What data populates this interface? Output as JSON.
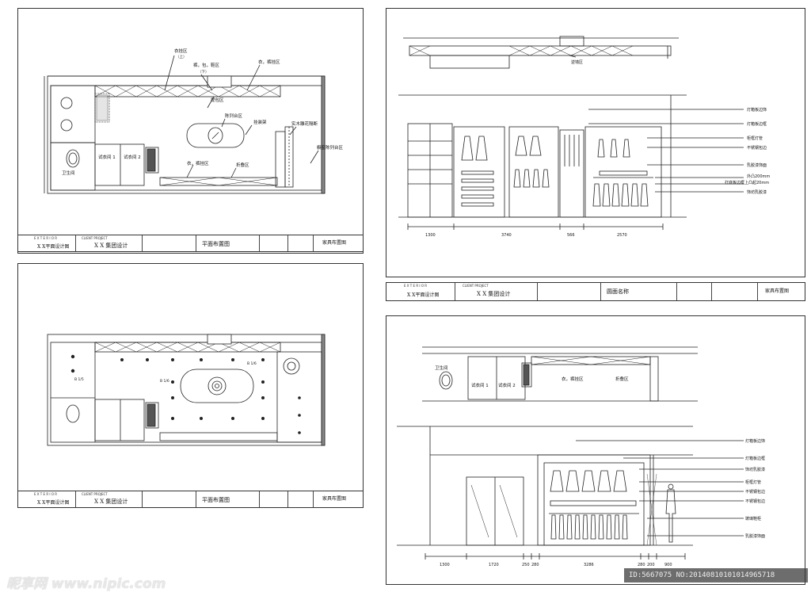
{
  "plan1": {
    "labels": {
      "clothes_zone": "衣挂区",
      "clothes_zone_sub": "（上）",
      "pants_zone": "裤，包，鞋区",
      "pants_zone_sub": "（下）",
      "coat_zone1": "衣，裤挂区",
      "bag_zone": "提包区",
      "island": "陈列台区",
      "display_rack": "挂装架",
      "wood_panel": "实木雕花隔断",
      "side_display": "橱窗陈列台区",
      "fitting1": "试衣间 1",
      "fitting2": "试衣间 2",
      "restroom": "卫生间",
      "coat_zone2": "衣，裤挂区",
      "fold_zone": "折叠区"
    },
    "titleblock": {
      "company": "X X 集团设计",
      "drawing": "平面布置图",
      "small1": "X X平面设计图",
      "small2": "家具布置图"
    }
  },
  "plan2": {
    "labels": {
      "b1": "B 1/5",
      "b2": "B 1/6",
      "b3": "B 1/6"
    },
    "titleblock": {
      "company": "X X 集团设计",
      "drawing": "平面布置图",
      "small1": "X X平面设计图",
      "small2": "家具布置图"
    }
  },
  "elev1": {
    "top_label": "逆墙区",
    "right_labels": [
      "灯箱板边饰",
      "灯箱板边框",
      "柜框灯管",
      "不锈钢包边",
      "乳胶漆饰面",
      "外凸200mm",
      "打底板边框上凸起20mm",
      "饰坊乳胶漆"
    ],
    "dims": [
      "1300",
      "3740",
      "566",
      "2570"
    ],
    "titleblock": {
      "company": "X X 集团设计",
      "drawing": "圆面名称",
      "small1": "X X平面设计图",
      "small2": "家具布置图"
    }
  },
  "elev2": {
    "plan_labels": {
      "restroom": "卫生间",
      "fitting1": "试衣间 1",
      "fitting2": "试衣间 2",
      "coat_zone": "衣，裤挂区",
      "fold_zone": "折叠区"
    },
    "right_labels": [
      "灯箱板边饰",
      "灯箱板边框",
      "饰坊乳胶漆",
      "柜框灯管",
      "不锈钢包边",
      "不锈钢包边",
      "玻璃鞋柜",
      "乳胶漆饰面"
    ],
    "dims": [
      "1300",
      "1720",
      "250",
      "280",
      "3286",
      "280",
      "200",
      "900"
    ]
  },
  "watermark": {
    "brand": "昵享网 www.nipic.com",
    "id_line": "ID:5667075 NO:20140810101014965718"
  }
}
